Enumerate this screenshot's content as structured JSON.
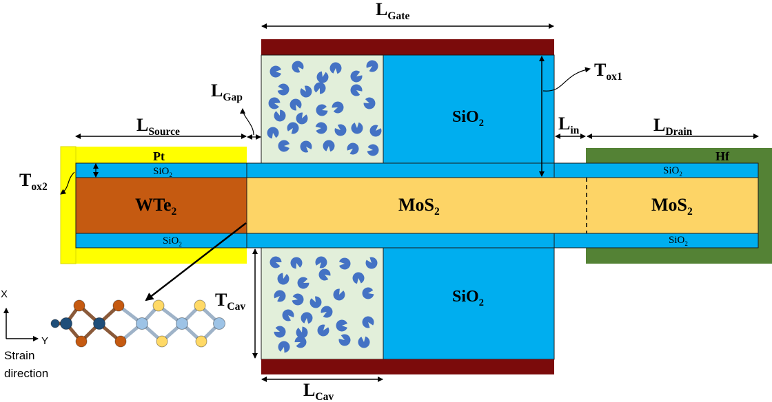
{
  "colors": {
    "gate_metal": "#7b0b0b",
    "oxide": "#00aeef",
    "channel": "#fdd466",
    "source_semiconductor": "#c55a11",
    "source_contact": "#ffff00",
    "drain_contact": "#548235",
    "cavity": "#e2efda",
    "dielectric_dots": "#4472c4",
    "atom_dark": "#1f4e79",
    "atom_orange": "#c55a11",
    "atom_light_blue": "#9dc3e6",
    "atom_yellow": "#ffd966"
  },
  "labels": {
    "l_gate": {
      "main": "L",
      "sub": "Gate"
    },
    "l_source": {
      "main": "L",
      "sub": "Source"
    },
    "l_gap": {
      "main": "L",
      "sub": "Gap"
    },
    "t_ox1": {
      "main": "T",
      "sub": "ox1"
    },
    "l_in": {
      "main": "L",
      "sub": "in"
    },
    "l_drain": {
      "main": "L",
      "sub": "Drain"
    },
    "t_ox2": {
      "main": "T",
      "sub": "ox2"
    },
    "t_cav": {
      "main": "T",
      "sub": "Cav"
    },
    "l_cav": {
      "main": "L",
      "sub": "Cav"
    },
    "pt": "Pt",
    "hf": "Hf",
    "sio2_upper_gate": {
      "main": "SiO",
      "sub": "2"
    },
    "sio2_lower_gate": {
      "main": "SiO",
      "sub": "2"
    },
    "sio2_top_source": {
      "main": "SiO",
      "sub": "2"
    },
    "sio2_bottom_source": {
      "main": "SiO",
      "sub": "2"
    },
    "sio2_top_drain": {
      "main": "SiO",
      "sub": "2"
    },
    "sio2_bottom_drain": {
      "main": "SiO",
      "sub": "2"
    },
    "wte2": {
      "main": "WTe",
      "sub": "2"
    },
    "mos2_channel": {
      "main": "MoS",
      "sub": "2"
    },
    "mos2_drain": {
      "main": "MoS",
      "sub": "2"
    },
    "axis_x": "X",
    "axis_y": "Y",
    "strain_line1": "Strain",
    "strain_line2": "direction"
  }
}
